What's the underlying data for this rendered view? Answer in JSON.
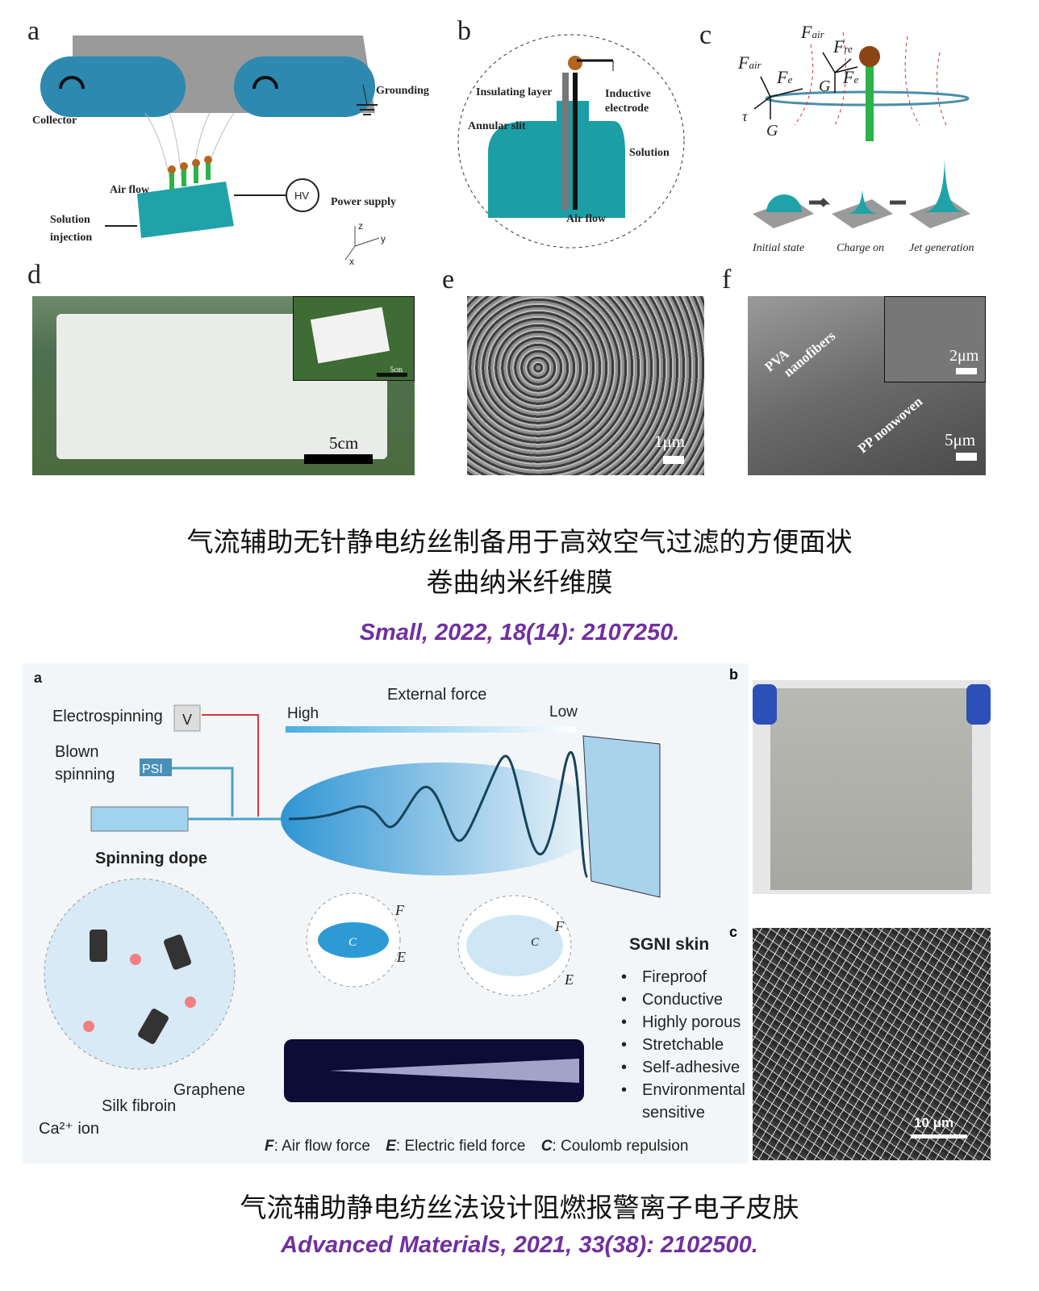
{
  "figure1": {
    "panels": {
      "a": {
        "label": "a",
        "collector": "Collector",
        "grounding": "Grounding",
        "air_flow": "Air flow",
        "solution": "Solution",
        "injection": "injection",
        "hv": "HV",
        "power_supply": "Power supply",
        "axis_z": "z",
        "axis_y": "y",
        "axis_x": "x"
      },
      "b": {
        "label": "b",
        "insulating_layer": "Insulating layer",
        "inductive": "Inductive",
        "electrode": "electrode",
        "annular_slit": "Annular slit",
        "solution": "Solution",
        "air_flow": "Air flow"
      },
      "c": {
        "label": "c",
        "f_air": "F",
        "air_sub": "air",
        "f_re_sub": "re",
        "f_e_sub": "e",
        "g": "G",
        "tau": "τ",
        "steps": [
          "Initial state",
          "Charge on",
          "Jet generation"
        ]
      },
      "d": {
        "label": "d",
        "scale": "5cm",
        "inset_scale": "5cm"
      },
      "e": {
        "label": "e",
        "scale": "1μm"
      },
      "f": {
        "label": "f",
        "pva": "PVA",
        "nanofibers": "nanofibers",
        "pp": "PP nonwoven",
        "inset_scale": "2μm",
        "scale": "5μm"
      }
    },
    "title_line1": "气流辅助无针静电纺丝制备用于高效空气过滤的方便面状",
    "title_line2": "卷曲纳米纤维膜",
    "citation": "Small, 2022, 18(14): 2107250."
  },
  "figure2": {
    "panels": {
      "a": {
        "label": "a",
        "electrospinning": "Electrospinning",
        "v": "V",
        "blown": "Blown",
        "spinning": "spinning",
        "psi": "PSI",
        "external_force": "External force",
        "high": "High",
        "low": "Low",
        "spinning_dope": "Spinning dope",
        "graphene": "Graphene",
        "silk_fibroin": "Silk fibroin",
        "ca_ion": "Ca²⁺ ion",
        "f": "F",
        "e": "E",
        "c": "C",
        "sgni_skin": "SGNI skin",
        "properties": [
          "Fireproof",
          "Conductive",
          "Highly porous",
          "Stretchable",
          "Self-adhesive",
          "Environmental",
          "sensitive"
        ],
        "legend": [
          {
            "key": "F",
            "text": ": Air flow force"
          },
          {
            "key": "E",
            "text": ": Electric field force"
          },
          {
            "key": "C",
            "text": ": Coulomb repulsion"
          }
        ]
      },
      "b": {
        "label": "b"
      },
      "c": {
        "label": "c",
        "scale": "10 μm"
      }
    },
    "title": "气流辅助静电纺丝法设计阻燃报警离子电子皮肤",
    "citation": "Advanced Materials, 2021, 33(38): 2102500."
  },
  "colors": {
    "teal": "#1fa3a8",
    "blue": "#2f88c8",
    "citation": "#7030a0"
  }
}
